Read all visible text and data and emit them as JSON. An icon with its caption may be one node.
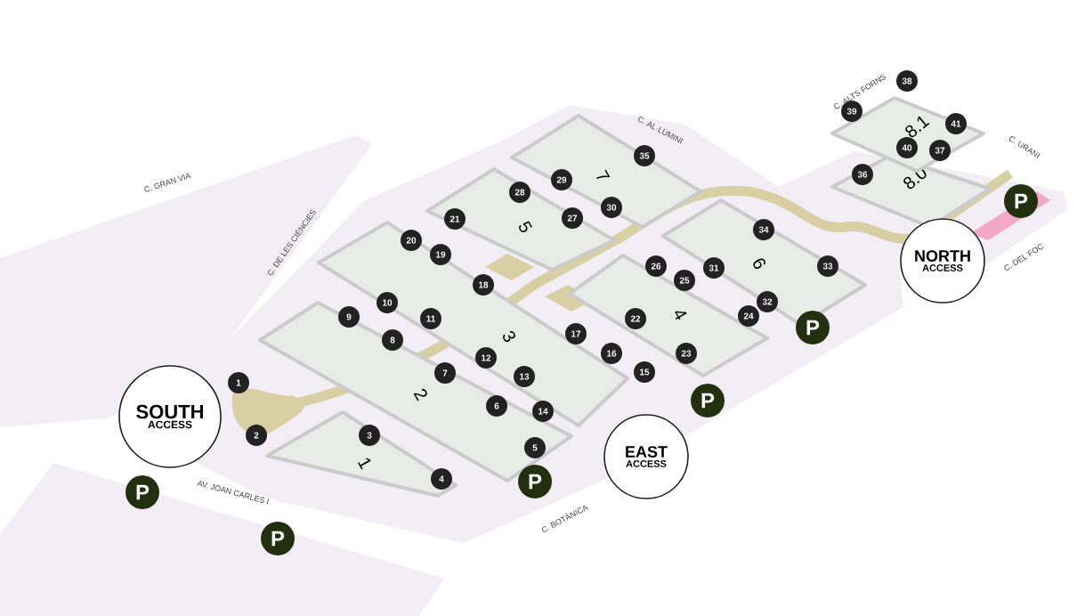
{
  "diagram": {
    "nodes": [
      {
        "text": [
          "1"
        ]
      },
      {
        "text": [
          "2"
        ]
      },
      {
        "text": [
          "3"
        ]
      },
      {
        "text": [
          "4"
        ]
      },
      {
        "text": [
          "5"
        ]
      },
      {
        "text": [
          "6"
        ]
      },
      {
        "text": [
          "7"
        ]
      },
      {
        "text": [
          "8.0"
        ]
      },
      {
        "text": [
          "8.1"
        ]
      },
      {
        "text": [
          "SOUTH",
          "ACCESS"
        ]
      },
      {
        "text": [
          "EAST",
          "ACCESS"
        ]
      },
      {
        "text": [
          "NORTH",
          "ACCESS"
        ]
      },
      {
        "text": [
          "P"
        ]
      },
      {
        "text": [
          "P"
        ]
      },
      {
        "text": [
          "P"
        ]
      },
      {
        "text": [
          "P"
        ]
      },
      {
        "text": [
          "P"
        ]
      },
      {
        "text": [
          "P"
        ]
      },
      {
        "text": [
          "1"
        ]
      },
      {
        "text": [
          "2"
        ]
      },
      {
        "text": [
          "3"
        ],
        "in": 0
      },
      {
        "text": [
          "4"
        ],
        "in": 0
      },
      {
        "text": [
          "5"
        ],
        "in": 1
      },
      {
        "text": [
          "6"
        ],
        "in": 1
      },
      {
        "text": [
          "7"
        ],
        "in": 1
      },
      {
        "text": [
          "8"
        ]
      },
      {
        "text": [
          "9"
        ]
      },
      {
        "text": [
          "10"
        ],
        "in": 2
      },
      {
        "text": [
          "11"
        ],
        "in": 2
      },
      {
        "text": [
          "12"
        ],
        "in": 2
      },
      {
        "text": [
          "13"
        ],
        "in": 2
      },
      {
        "text": [
          "14"
        ]
      },
      {
        "text": [
          "15"
        ]
      },
      {
        "text": [
          "16"
        ]
      },
      {
        "text": [
          "17"
        ]
      },
      {
        "text": [
          "18"
        ]
      },
      {
        "text": [
          "19"
        ]
      },
      {
        "text": [
          "20"
        ],
        "in": 2
      },
      {
        "text": [
          "21"
        ],
        "in": 4
      },
      {
        "text": [
          "22"
        ],
        "in": 3
      },
      {
        "text": [
          "23"
        ],
        "in": 3
      },
      {
        "text": [
          "24"
        ]
      },
      {
        "text": [
          "25"
        ]
      },
      {
        "text": [
          "26"
        ]
      },
      {
        "text": [
          "27"
        ],
        "in": 4
      },
      {
        "text": [
          "28"
        ],
        "in": 4
      },
      {
        "text": [
          "29"
        ],
        "in": 6
      },
      {
        "text": [
          "30"
        ],
        "in": 6
      },
      {
        "text": [
          "31"
        ],
        "in": 5
      },
      {
        "text": [
          "32"
        ],
        "in": 5
      },
      {
        "text": [
          "33"
        ],
        "in": 5
      },
      {
        "text": [
          "34"
        ],
        "in": 5
      },
      {
        "text": [
          "35"
        ]
      },
      {
        "text": [
          "36"
        ],
        "in": 7
      },
      {
        "text": [
          "37"
        ],
        "in": 8
      },
      {
        "text": [
          "38"
        ]
      },
      {
        "text": [
          "39"
        ]
      },
      {
        "text": [
          "40"
        ],
        "in": 8
      },
      {
        "text": [
          "41"
        ],
        "in": 8
      }
    ],
    "labels": [
      "C. ALTS FORNS",
      "C. AL·LUMINI",
      "C. URANI",
      "C. GRAN VIA",
      "C. DE LES CIÈNCIES",
      "C. DEL FOC",
      "AV. JOAN CARLES I",
      "C. BOTÀNICA"
    ]
  }
}
